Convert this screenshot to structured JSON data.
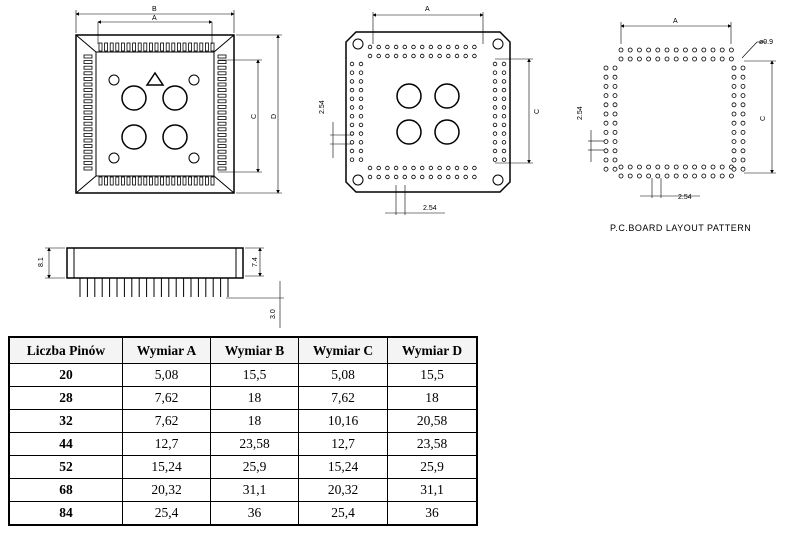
{
  "drawing": {
    "package_top": {
      "label_a": "A",
      "label_b": "B",
      "label_c": "C",
      "label_d": "D"
    },
    "package_side": {
      "label_height_total": "8.1",
      "label_height_body": "7.4",
      "label_pin_length": "3.0"
    },
    "socket_top": {
      "label_a": "A",
      "label_c": "C",
      "label_pitch_v": "2.54",
      "label_pitch_h": "2.54"
    },
    "pcb_layout": {
      "label_a": "A",
      "label_c": "C",
      "label_hole": "ø0.9",
      "label_pitch_v": "2.54",
      "label_pitch_h": "2.54",
      "caption": "P.C.BOARD  LAYOUT  PATTERN"
    }
  },
  "table": {
    "headers": [
      "Liczba Pinów",
      "Wymiar A",
      "Wymiar B",
      "Wymiar C",
      "Wymiar D"
    ],
    "rows": [
      [
        "20",
        "5,08",
        "15,5",
        "5,08",
        "15,5"
      ],
      [
        "28",
        "7,62",
        "18",
        "7,62",
        "18"
      ],
      [
        "32",
        "7,62",
        "18",
        "10,16",
        "20,58"
      ],
      [
        "44",
        "12,7",
        "23,58",
        "12,7",
        "23,58"
      ],
      [
        "52",
        "15,24",
        "25,9",
        "15,24",
        "25,9"
      ],
      [
        "68",
        "20,32",
        "31,1",
        "20,32",
        "31,1"
      ],
      [
        "84",
        "25,4",
        "36",
        "25,4",
        "36"
      ]
    ]
  }
}
